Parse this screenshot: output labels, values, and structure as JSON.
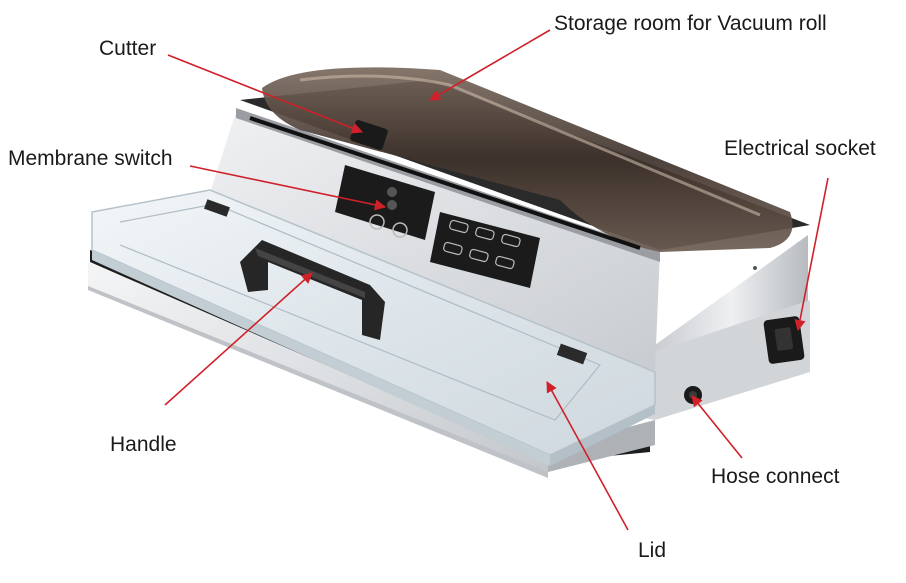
{
  "labels": {
    "storage": "Storage room for Vacuum roll",
    "cutter": "Cutter",
    "membrane": "Membrane switch",
    "socket": "Electrical socket",
    "handle": "Handle",
    "hose": "Hose connect",
    "lid": "Lid"
  },
  "colors": {
    "arrow": "#d0202a",
    "steel_light": "#e6e8eb",
    "steel_dark": "#b9bdc2",
    "black": "#1b1b1b",
    "amber_cover": "#5b4a3e",
    "glass": "#e4ecf1"
  }
}
